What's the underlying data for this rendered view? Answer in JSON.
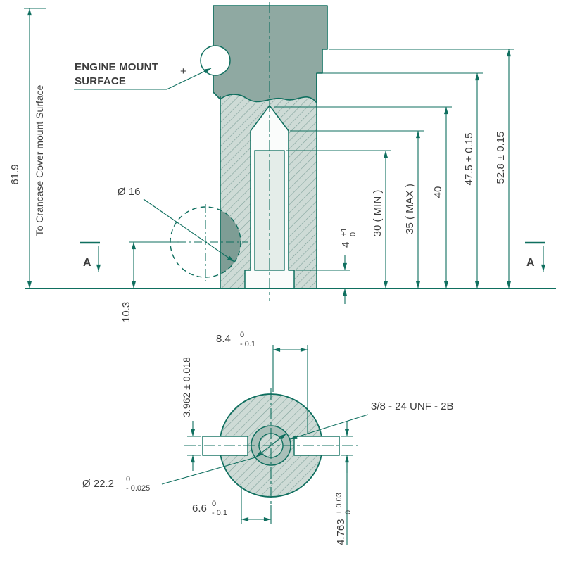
{
  "colors": {
    "line": "#0f6f5f",
    "text": "#3d3d3d",
    "solid_fill": "#8fa9a2",
    "hatch_fill": "#cedbd6",
    "hatch_line": "#7fa19a",
    "cross_hole_fill": "#7e9d95",
    "thread_ring_fill": "#a9c0b9"
  },
  "top_view": {
    "engine_mount_note_line1": "ENGINE MOUNT",
    "engine_mount_note_line2": "SURFACE",
    "plus_mark": "+",
    "overall_height": "61.9",
    "overall_height_note": "To Crancase Cover mount Surface",
    "cross_hole_dia": "Ø 16",
    "cross_hole_offset": "10.3",
    "counterbore_depth": {
      "value": "4",
      "tol_upper": "+1",
      "tol_lower": "0"
    },
    "thread_depth": "30 ( MIN )",
    "drill_depth": "35 ( MAX )",
    "depth_40": "40",
    "height_47_5": "47.5 ± 0.15",
    "height_52_8": "52.8 ± 0.15",
    "section_label_left": "A",
    "section_label_right": "A"
  },
  "section_view": {
    "slot_top_offset": {
      "value": "8.4",
      "tol_upper": "0",
      "tol_lower": "- 0.1"
    },
    "slot_width": "3.962 ± 0.018",
    "thread_spec": "3/8 - 24 UNF - 2B",
    "bore_dia": {
      "value": "Ø 22.2",
      "tol_upper": "0",
      "tol_lower": "- 0.025"
    },
    "slot_bottom_offset": {
      "value": "6.6",
      "tol_upper": "0",
      "tol_lower": "- 0.1"
    },
    "slot_width_right": {
      "value": "4.763",
      "tol_upper": "+ 0.03",
      "tol_lower": "0"
    }
  }
}
